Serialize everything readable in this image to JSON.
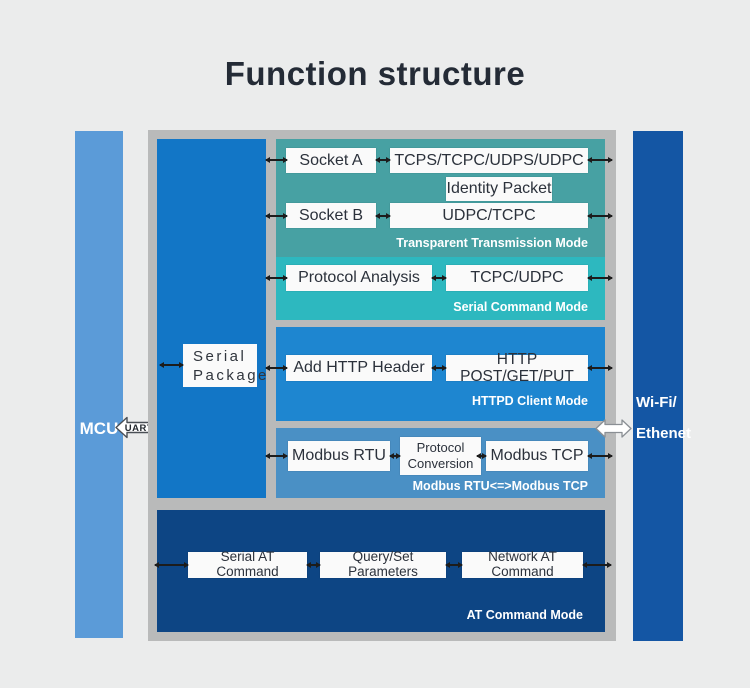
{
  "title": "Function structure",
  "mcu_label": "MCU",
  "uart_label": "UART",
  "wifi": {
    "line1": "Wi-Fi/",
    "line2": "Ethenet"
  },
  "serial_package": {
    "line1": "Serial",
    "line2": "Package"
  },
  "transparent": {
    "socket_a": "Socket A",
    "tcps": "TCPS/TCPC/UDPS/UDPC",
    "identity": "Identity Packet",
    "socket_b": "Socket B",
    "udpc": "UDPC/TCPC",
    "mode": "Transparent Transmission Mode"
  },
  "serial_cmd": {
    "protocol_analysis": "Protocol Analysis",
    "tcpc": "TCPC/UDPC",
    "mode": "Serial Command Mode"
  },
  "httpd": {
    "add_header": "Add HTTP Header",
    "http_methods": "HTTP POST/GET/PUT",
    "mode": "HTTPD Client Mode"
  },
  "modbus": {
    "rtu": "Modbus RTU",
    "conversion": "Protocol Conversion",
    "tcp": "Modbus TCP",
    "mode": "Modbus RTU<=>Modbus TCP"
  },
  "at": {
    "serial_at": "Serial AT Command",
    "query_set": "Query/Set Parameters",
    "network_at": "Network AT Command",
    "mode": "AT Command Mode"
  },
  "colors": {
    "background": "#ebecec",
    "frame": "#b9baba",
    "left_bar": "#5b9bd8",
    "mid_panel": "#1276c6",
    "right_bar": "#1456a4",
    "transparent_mode": "#47a1a3",
    "serial_command_mode": "#2db8bf",
    "httpd_mode": "#1e86d0",
    "modbus_mode": "#4a90c5",
    "at_mode": "#0d4584",
    "arrow": "#1c1c1c"
  }
}
